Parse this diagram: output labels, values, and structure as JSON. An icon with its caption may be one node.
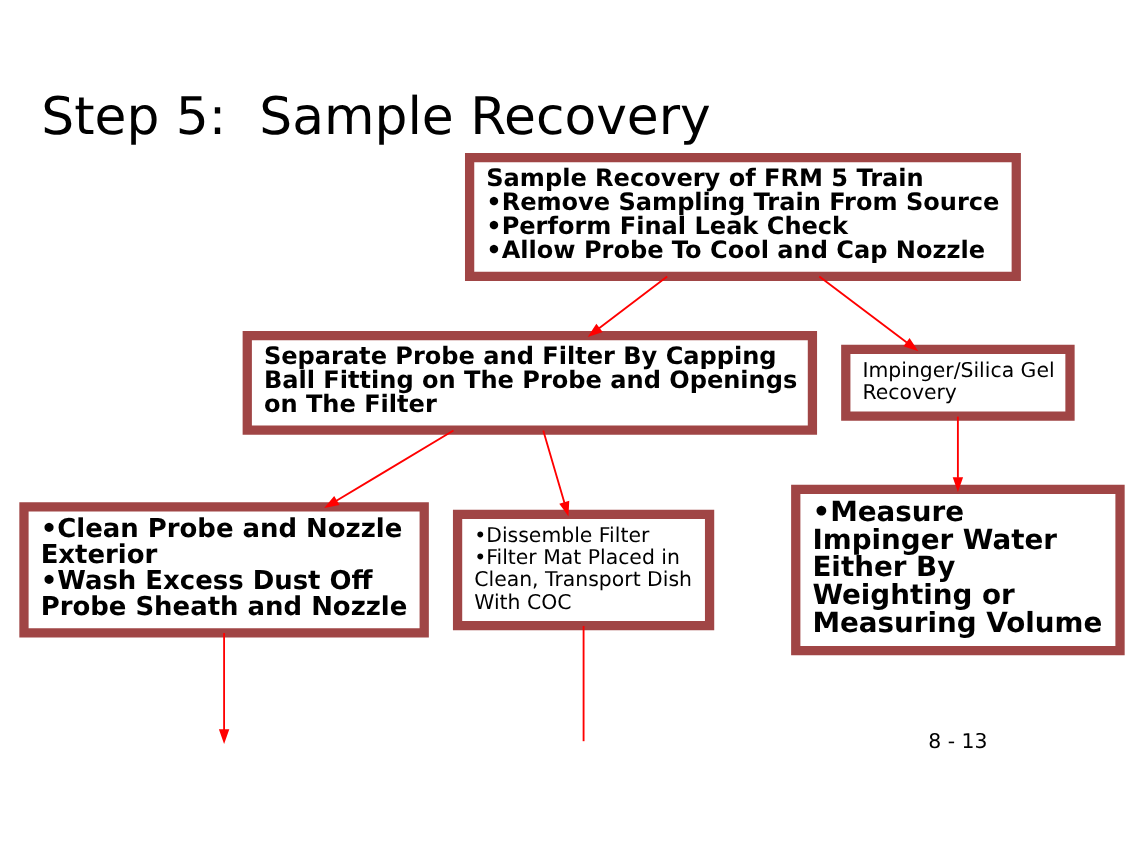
{
  "diagram": {
    "title": "Step 5:  Sample Recovery",
    "nodes": [
      {
        "text": [
          "Sample Recovery of FRM 5 Train",
          "•Remove Sampling Train From Source",
          "•Perform Final Leak Check",
          "•Allow Probe To Cool and Cap Nozzle"
        ]
      },
      {
        "text": [
          "Separate Probe and Filter By Capping Ball Fitting on The Probe and Openings on The Filter"
        ]
      },
      {
        "text": [
          "Impinger/Silica Gel Recovery"
        ]
      },
      {
        "text": [
          "•Clean Probe and Nozzle Exterior",
          "•Wash Excess Dust Off Probe Sheath and Nozzle"
        ]
      },
      {
        "text": [
          "•Dissemble Filter",
          "•Filter Mat Placed in Clean, Transport Dish With COC"
        ]
      },
      {
        "text": [
          "•Measure Impinger Water Either By Weighting or Measuring Volume"
        ]
      }
    ],
    "edges": [
      {
        "from": 0,
        "to": 1,
        "arrow": "to"
      },
      {
        "from": 0,
        "to": 2,
        "arrow": "to"
      },
      {
        "from": 1,
        "to": 3,
        "arrow": "to"
      },
      {
        "from": 1,
        "to": 4,
        "arrow": "to"
      },
      {
        "from": 2,
        "to": 5,
        "arrow": "to"
      },
      {
        "from": 3,
        "to": null,
        "arrow": "to"
      },
      {
        "from": 4,
        "to": null,
        "arrow": "none"
      }
    ],
    "labels": [
      "8 - 13"
    ]
  }
}
